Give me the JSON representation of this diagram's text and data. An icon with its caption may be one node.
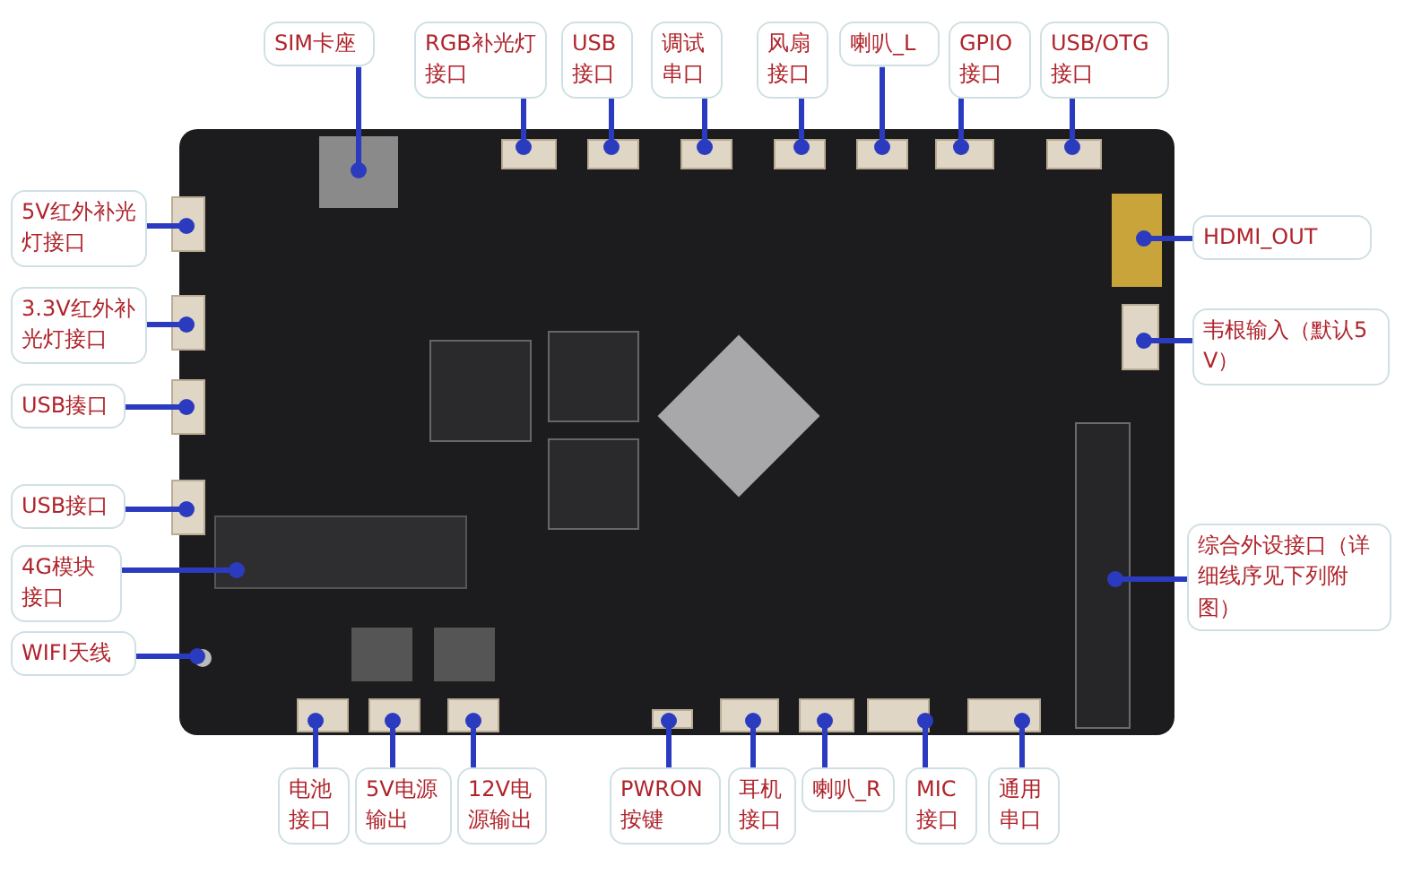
{
  "diagram": {
    "nodes": [
      {
        "text": [
          "SIM卡座"
        ]
      },
      {
        "text": [
          "RGB补光灯接口"
        ]
      },
      {
        "text": [
          "USB接口"
        ]
      },
      {
        "text": [
          "调试串口"
        ]
      },
      {
        "text": [
          "风扇接口"
        ]
      },
      {
        "text": [
          "喇叭_L"
        ]
      },
      {
        "text": [
          "GPIO接口"
        ]
      },
      {
        "text": [
          "USB/OTG接口"
        ]
      },
      {
        "text": [
          "5V红外补光灯接口"
        ]
      },
      {
        "text": [
          "3.3V红外补光灯接口"
        ]
      },
      {
        "text": [
          "USB揍口"
        ]
      },
      {
        "text": [
          "USB接口"
        ]
      },
      {
        "text": [
          "4G模块接口"
        ]
      },
      {
        "text": [
          "WIFI天线"
        ]
      },
      {
        "text": [
          "HDMI_OUT"
        ]
      },
      {
        "text": [
          "韦根输入（默认5V）"
        ]
      },
      {
        "text": [
          "综合外设接口（详细线序见下列附图）"
        ]
      },
      {
        "text": [
          "电池接口"
        ]
      },
      {
        "text": [
          "5V电源输出"
        ]
      },
      {
        "text": [
          "12V电源输出"
        ]
      },
      {
        "text": [
          "PWRON按键"
        ]
      },
      {
        "text": [
          "耳机接口"
        ]
      },
      {
        "text": [
          "喇叭_R"
        ]
      },
      {
        "text": [
          "MIC接口"
        ]
      },
      {
        "text": [
          "通用串口"
        ]
      }
    ],
    "edges": [
      {
        "from": 0,
        "to": null,
        "arrow": "other"
      },
      {
        "from": 1,
        "to": null,
        "arrow": "other"
      },
      {
        "from": 2,
        "to": null,
        "arrow": "other"
      },
      {
        "from": 3,
        "to": null,
        "arrow": "other"
      },
      {
        "from": 4,
        "to": null,
        "arrow": "other"
      },
      {
        "from": 5,
        "to": null,
        "arrow": "other"
      },
      {
        "from": 6,
        "to": null,
        "arrow": "other"
      },
      {
        "from": 7,
        "to": null,
        "arrow": "other"
      },
      {
        "from": 8,
        "to": null,
        "arrow": "other"
      },
      {
        "from": 9,
        "to": null,
        "arrow": "other"
      },
      {
        "from": 10,
        "to": null,
        "arrow": "other"
      },
      {
        "from": 11,
        "to": null,
        "arrow": "other"
      },
      {
        "from": 12,
        "to": null,
        "arrow": "other"
      },
      {
        "from": 13,
        "to": null,
        "arrow": "other"
      },
      {
        "from": 14,
        "to": null,
        "arrow": "other"
      },
      {
        "from": 15,
        "to": null,
        "arrow": "other"
      },
      {
        "from": 16,
        "to": null,
        "arrow": "other"
      },
      {
        "from": 17,
        "to": null,
        "arrow": "other"
      },
      {
        "from": 18,
        "to": null,
        "arrow": "other"
      },
      {
        "from": 19,
        "to": null,
        "arrow": "other"
      },
      {
        "from": 20,
        "to": null,
        "arrow": "other"
      },
      {
        "from": 21,
        "to": null,
        "arrow": "other"
      },
      {
        "from": 22,
        "to": null,
        "arrow": "other"
      },
      {
        "from": 23,
        "to": null,
        "arrow": "other"
      },
      {
        "from": 24,
        "to": null,
        "arrow": "other"
      }
    ]
  }
}
